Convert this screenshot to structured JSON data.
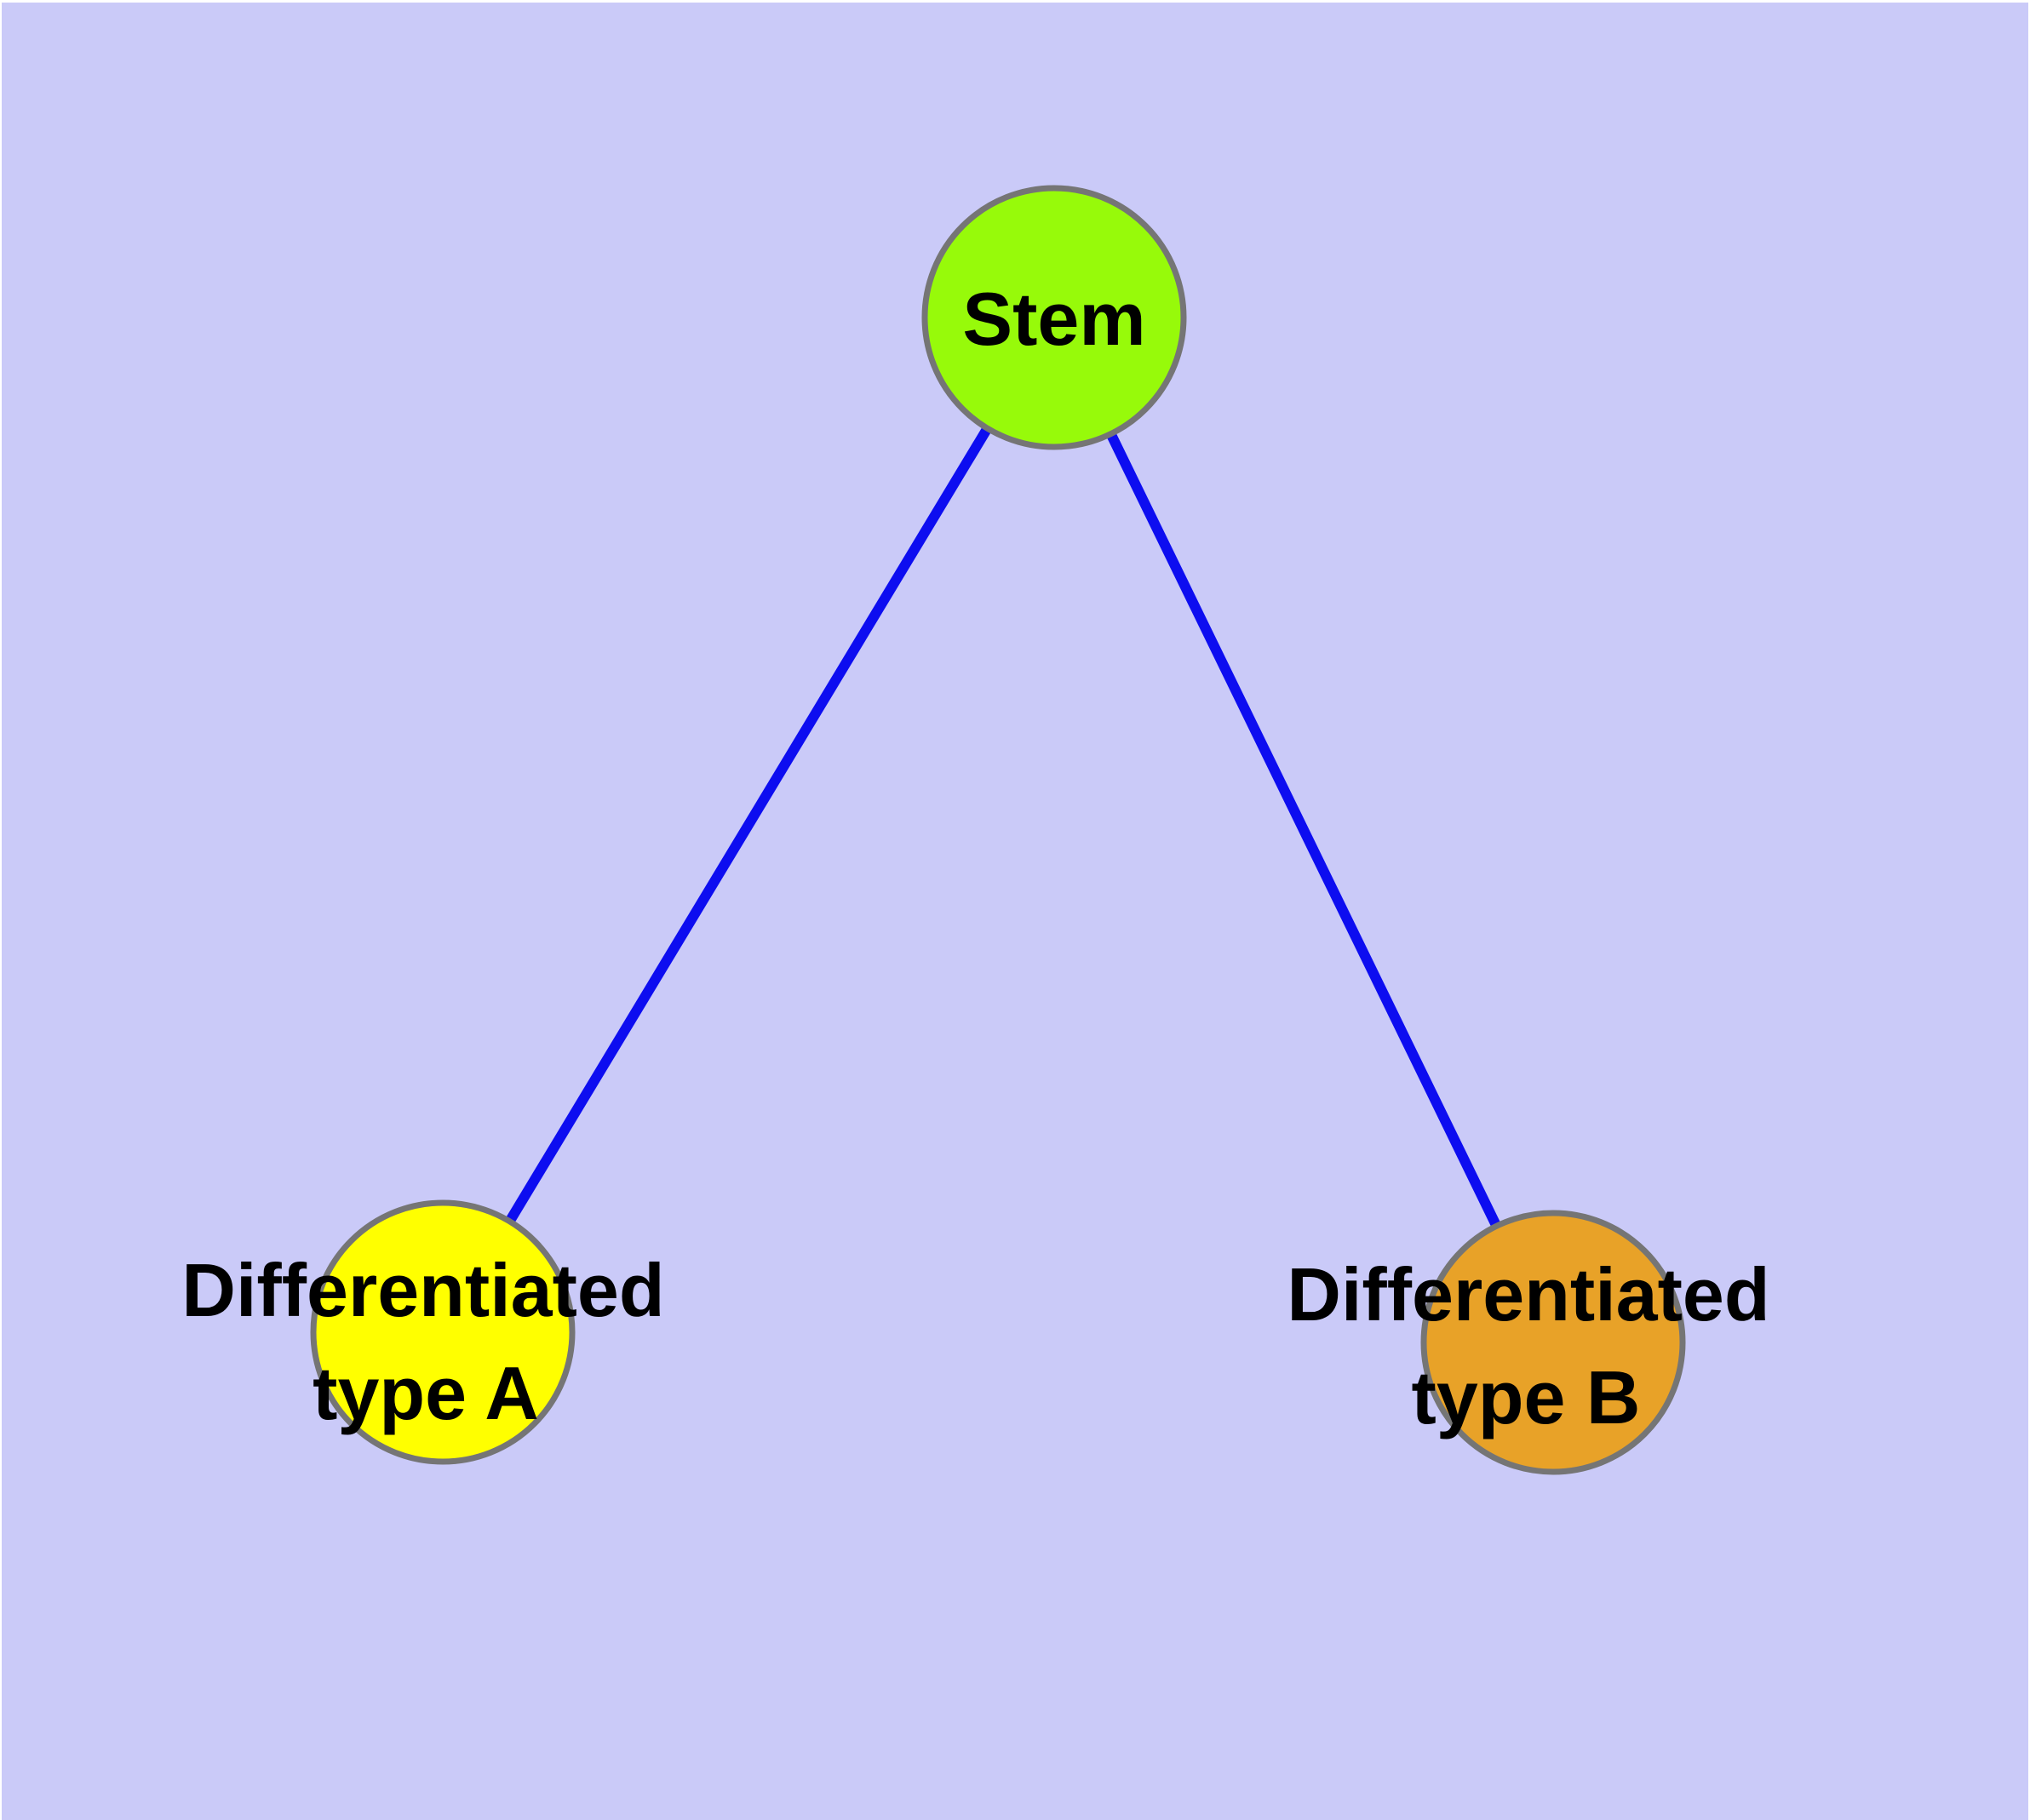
{
  "colors": {
    "page": "#FFFFFF",
    "background": "#CACAF8",
    "edge": "#0D0DF0",
    "node_border": "#757575",
    "label_text": "#000000"
  },
  "nodes": {
    "stem": {
      "id": "stem",
      "label": "Stem",
      "fill": "#97FA0A"
    },
    "type_a": {
      "id": "type_a",
      "label": "Differentiated type A",
      "line1": "Differentiated",
      "line2": "type A",
      "fill": "#FFFF00"
    },
    "type_b": {
      "id": "type_b",
      "label": "Differentiated type B",
      "line1": "Differentiated",
      "line2": "type B",
      "fill": "#E8A228"
    }
  },
  "edges": [
    {
      "from": "stem",
      "to": "type_a"
    },
    {
      "from": "stem",
      "to": "type_b"
    }
  ]
}
